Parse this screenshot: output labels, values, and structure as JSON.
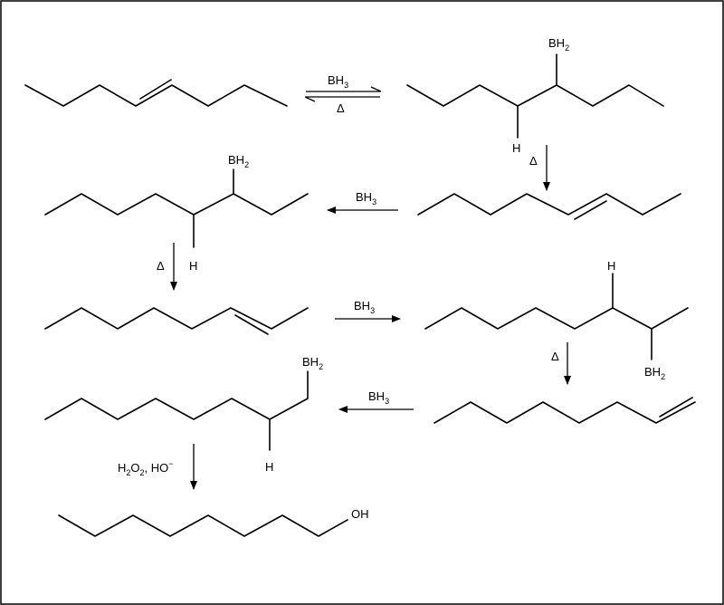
{
  "reagents": {
    "bh3": "BH",
    "bh3_sub": "3",
    "heat": "Δ",
    "h2": "H",
    "h2_sub": "2",
    "o": "O",
    "o_sub": "2",
    "ho": ", HO",
    "ho_sup": "−"
  },
  "atoms": {
    "b": "BH",
    "b_sub": "2",
    "h": "H",
    "oh": "OH"
  }
}
